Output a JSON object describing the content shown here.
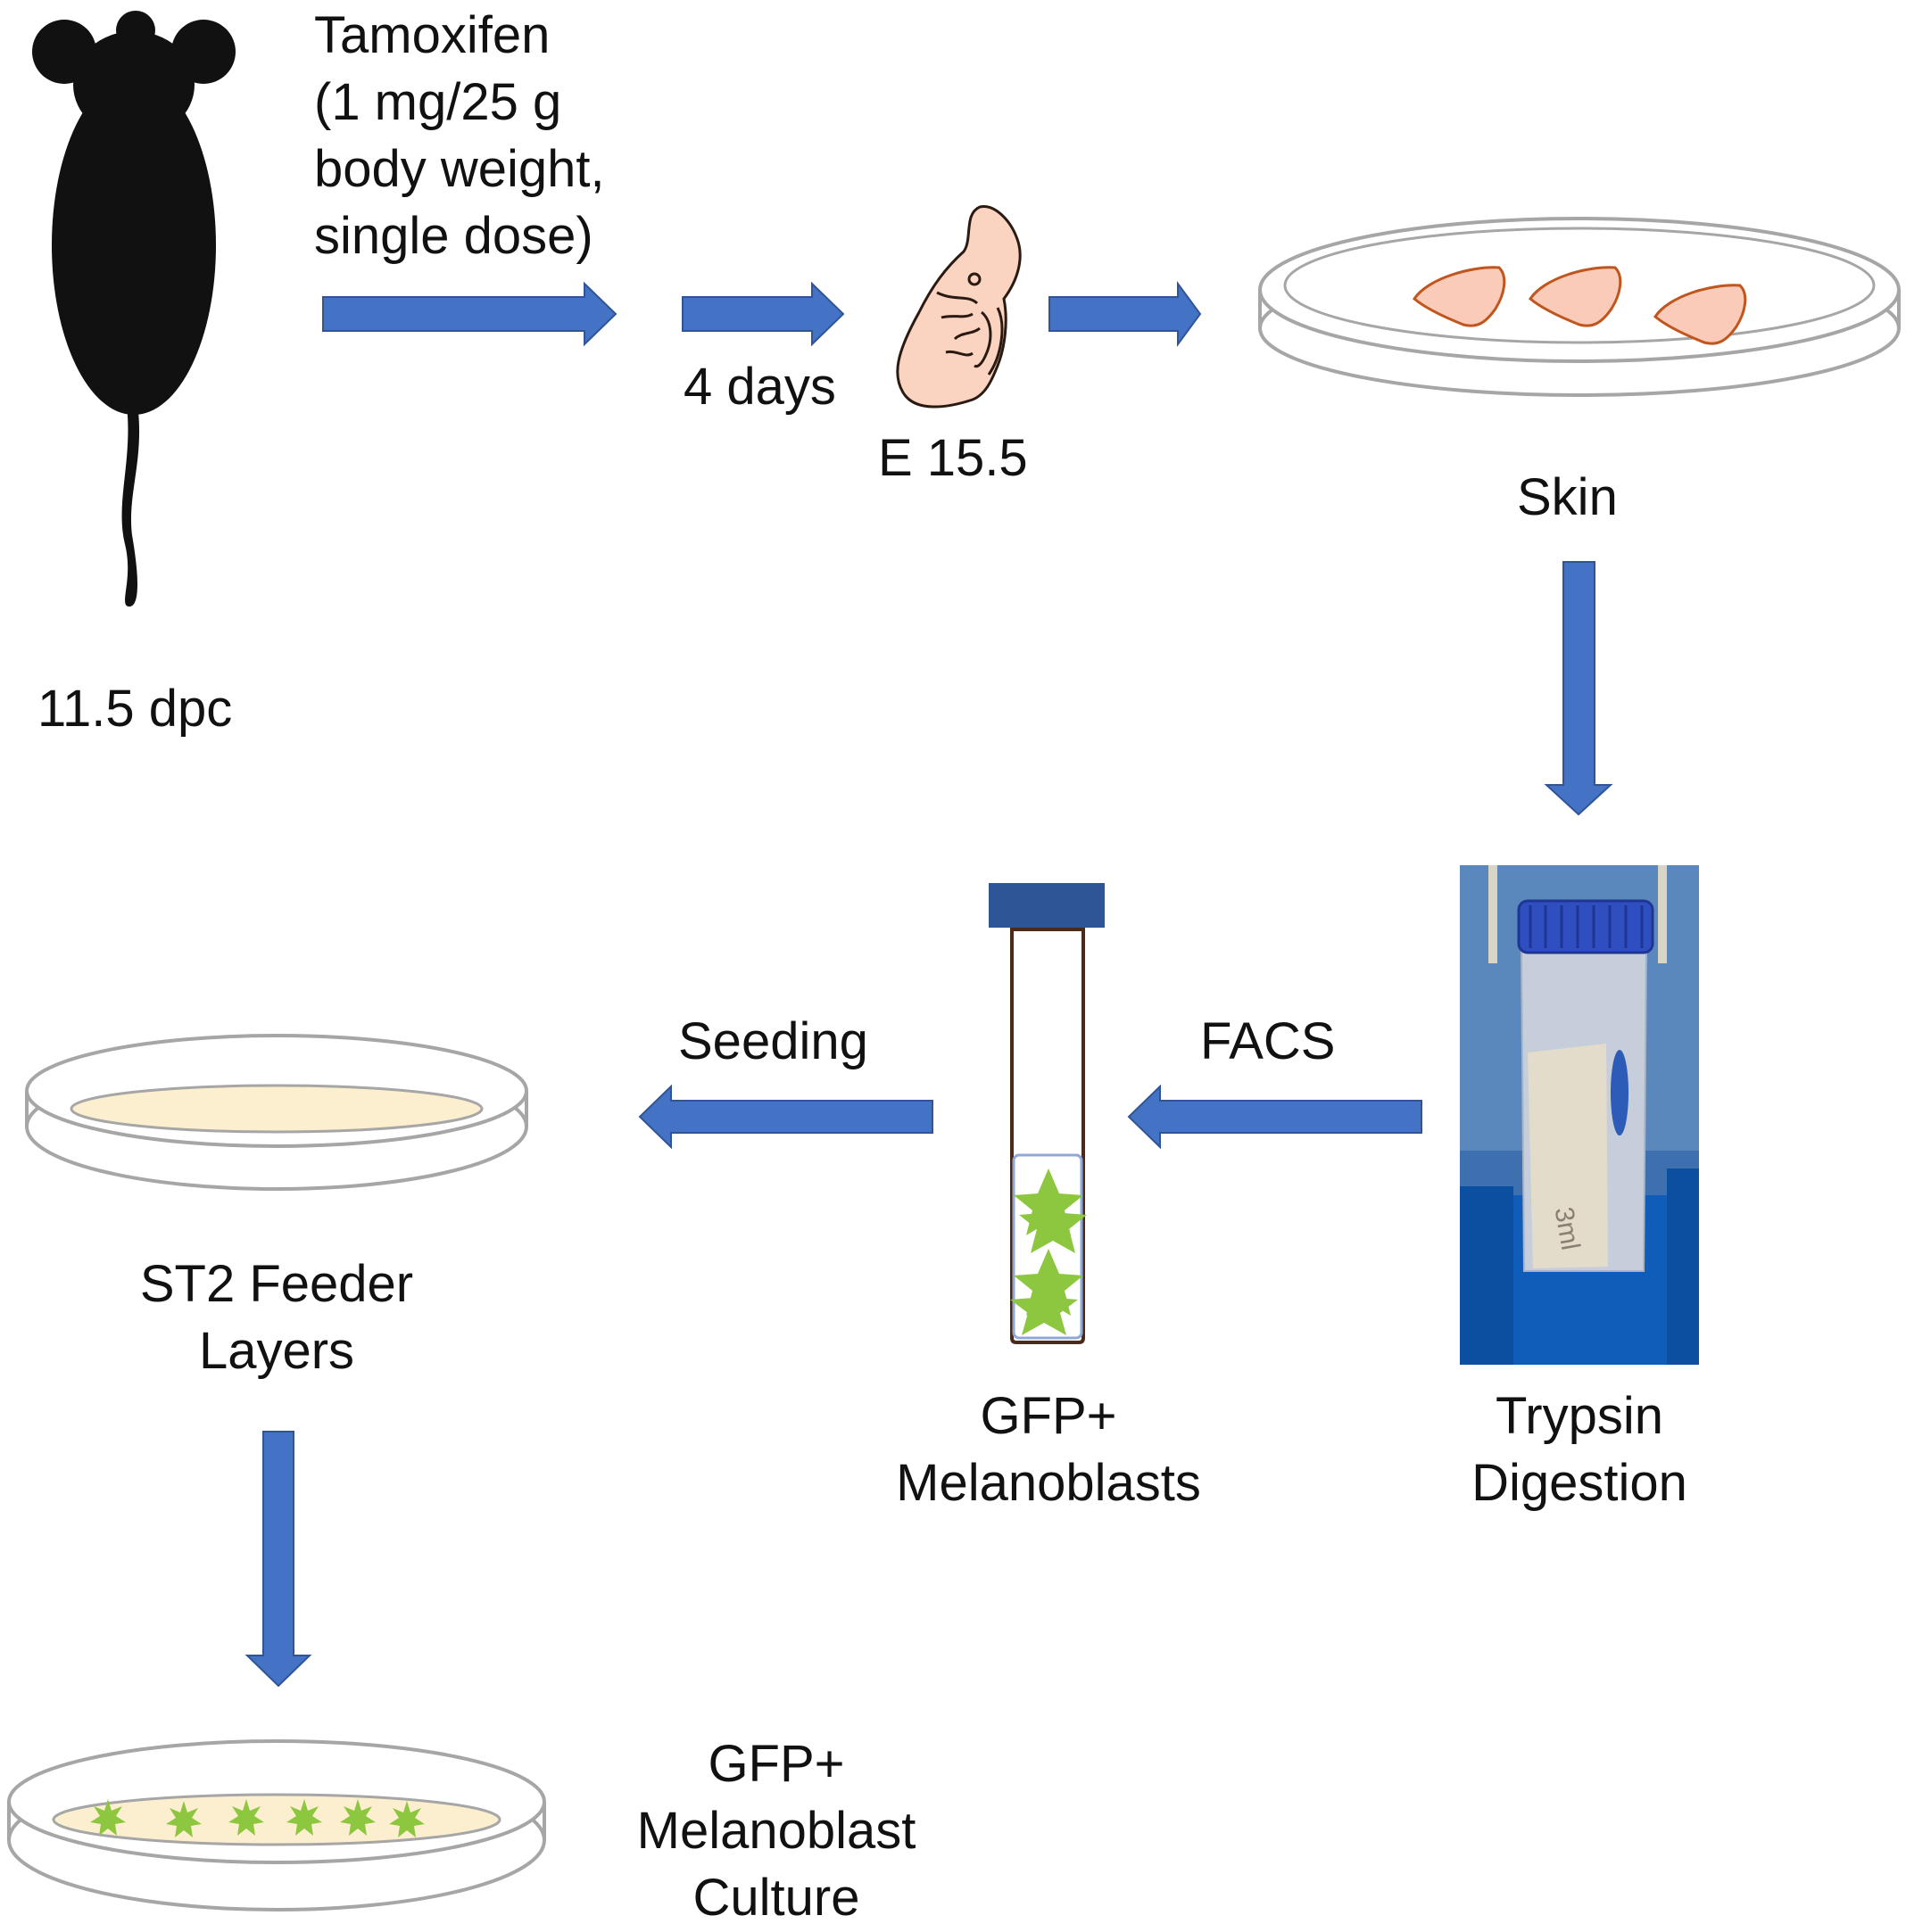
{
  "colors": {
    "arrow": "#4472C4",
    "arrow_stroke": "#2F5597",
    "mouse": "#111111",
    "embryo_fill": "#FAD4C0",
    "skin_fill": "#F9CBB8",
    "skin_stroke": "#C0561E",
    "dish_stroke": "#A6A6A6",
    "feeder_fill": "#FCEFCF",
    "gfp_green": "#8DC63F",
    "tube_cap": "#2E5596",
    "tube_outline": "#4A2A1A"
  },
  "steps": {
    "mouse": {
      "label": "11.5 dpc",
      "icon": "pregnant-mouse-silhouette"
    },
    "tamoxifen": {
      "line1": "Tamoxifen",
      "line2": "(1 mg/25 g",
      "line3": "body weight,",
      "line4": "single dose)"
    },
    "wait": {
      "label": "4 days"
    },
    "embryo": {
      "label": "E 15.5",
      "icon": "embryo-icon"
    },
    "skin": {
      "label": "Skin",
      "icon": "petri-dish-with-skin-icon"
    },
    "trypsin": {
      "line1": "Trypsin",
      "line2": "Digestion",
      "icon": "conical-tube-photo"
    },
    "facs": {
      "label": "FACS"
    },
    "gfp_tube": {
      "line1": "GFP+",
      "line2": "Melanoblasts",
      "icon": "sorted-cell-tube-icon"
    },
    "seeding": {
      "label": "Seeding"
    },
    "feeder": {
      "line1": "ST2 Feeder",
      "line2": "Layers",
      "icon": "feeder-dish-icon"
    },
    "culture": {
      "line1": "GFP+",
      "line2": "Melanoblast",
      "line3": "Culture",
      "icon": "culture-dish-icon"
    }
  },
  "photo_tube_label": "3ml"
}
